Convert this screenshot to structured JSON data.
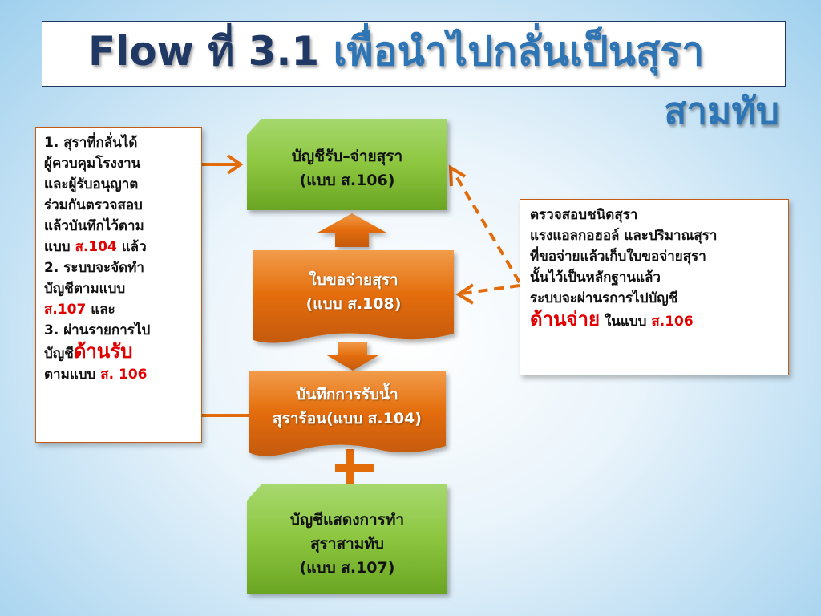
{
  "title": {
    "part1": "Flow ที่ 3.1 ",
    "part2": "เพื่อนำไปกลั่นเป็นสุรา",
    "line2": "สามทับ"
  },
  "left_note": {
    "l1": "1. สุราที่กลั่นได้",
    "l2": "ผู้ควบคุมโรงงาน",
    "l3": "และผู้รับอนุญาต",
    "l4": "ร่วมกันตรวจสอบ",
    "l5": "แล้วบันทึกไว้ตาม",
    "l6a": "แบบ ",
    "l6b": "ส.104",
    "l6c": " แล้ว",
    "l7": "2. ระบบจะจัดทำ",
    "l8": "บัญชีตามแบบ",
    "l9a": "ส.107",
    "l9b": "  และ",
    "l10": "3. ผ่านรายการไป",
    "l11a": "บัญชี",
    "l11b": "ด้านรับ",
    "l12a": "ตามแบบ ",
    "l12b": "ส. 106"
  },
  "right_note": {
    "l1": "ตรวจสอบชนิดสุรา",
    "l2": "แรงแอลกอฮอล์ และปริมาณสุรา",
    "l3": "ที่ขอจ่ายแล้วเก็บใบขอจ่ายสุรา",
    "l4": "นั้นไว้เป็นหลักฐานแล้ว",
    "l5": "ระบบจะผ่านรการไปบัญชี",
    "l6a": "ด้านจ่าย",
    "l6b": " ในแบบ ",
    "l6c": "ส.106"
  },
  "nodes": {
    "account_receive_pay": {
      "line1": "บัญชีรับ–จ่ายสุรา",
      "line2": "(แบบ ส.106)"
    },
    "withdraw_request": {
      "line1": "ใบขอจ่ายสุรา",
      "line2": "(แบบ ส.108)"
    },
    "record_receipt": {
      "line1": "บันทึกการรับน้ำ",
      "line2": "สุราร้อน(แบบ ส.104)"
    },
    "account_production": {
      "line1": "บัญชีแสดงการทำ",
      "line2": "สุราสามทับ",
      "line3": "(แบบ ส.107)"
    }
  },
  "colors": {
    "green": "#8cc63f",
    "orange": "#e36c0a",
    "arrow": "#e36c0a",
    "title_dark": "#1f3864",
    "title_blue": "#2e75b6",
    "red": "#e00000"
  }
}
